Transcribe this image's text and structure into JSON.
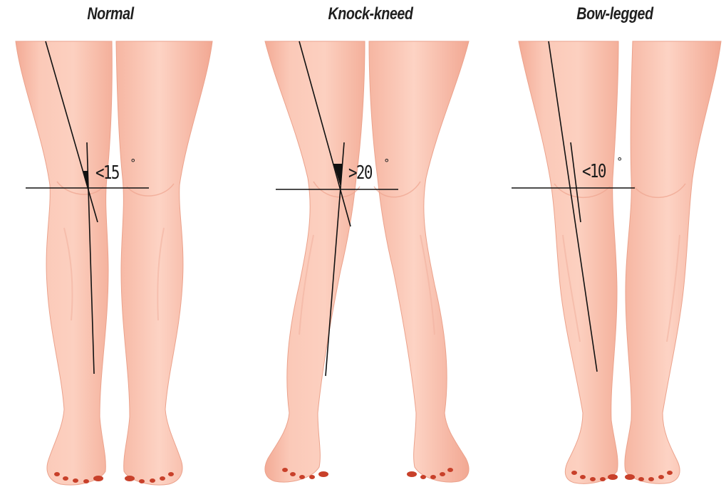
{
  "panels": [
    {
      "title": "Normal",
      "angle_label": "<15",
      "degree_symbol": "°"
    },
    {
      "title": "Knock-kneed",
      "angle_label": ">20",
      "degree_symbol": "°"
    },
    {
      "title": "Bow-legged",
      "angle_label": "<10",
      "degree_symbol": "°"
    }
  ],
  "colors": {
    "skin": "#fbc5b3",
    "skin_shadow": "#f2a994",
    "skin_light": "#fde0d5",
    "nail": "#c8402a",
    "line": "#111111"
  }
}
